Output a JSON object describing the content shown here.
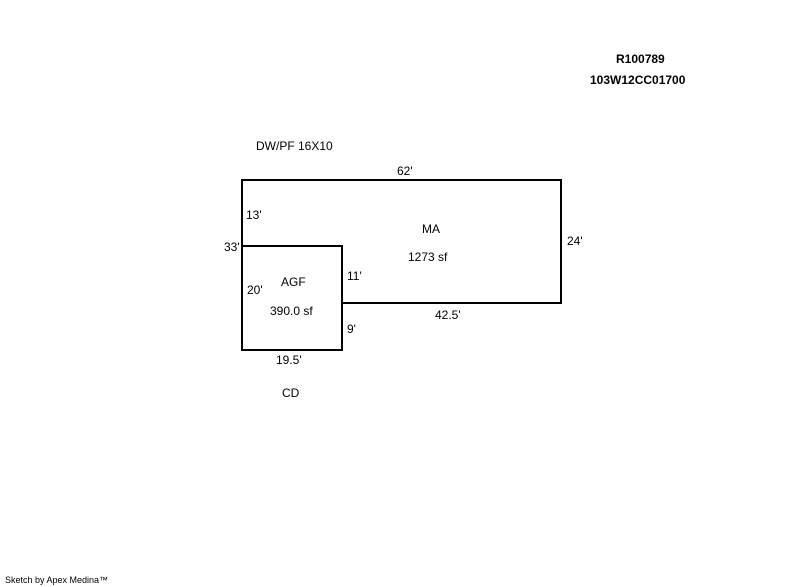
{
  "header": {
    "parcel_id": "R100789",
    "map_number": "103W12CC01700"
  },
  "annotations": {
    "top_note": "DW/PF 16X10",
    "bottom_note": "CD"
  },
  "areas": [
    {
      "code": "MA",
      "area": "1273 sf"
    },
    {
      "code": "AGF",
      "area": "390.0 sf"
    }
  ],
  "dimensions": {
    "ma_top": "62'",
    "ma_right": "24'",
    "ma_bottom": "42.5'",
    "ma_left_upper": "13'",
    "overall_left": "33'",
    "step_inner": "11'",
    "agf_left": "20'",
    "agf_right_lower": "9'",
    "agf_bottom": "19.5'"
  },
  "footer": {
    "credit": "Sketch by Apex Medina™"
  }
}
